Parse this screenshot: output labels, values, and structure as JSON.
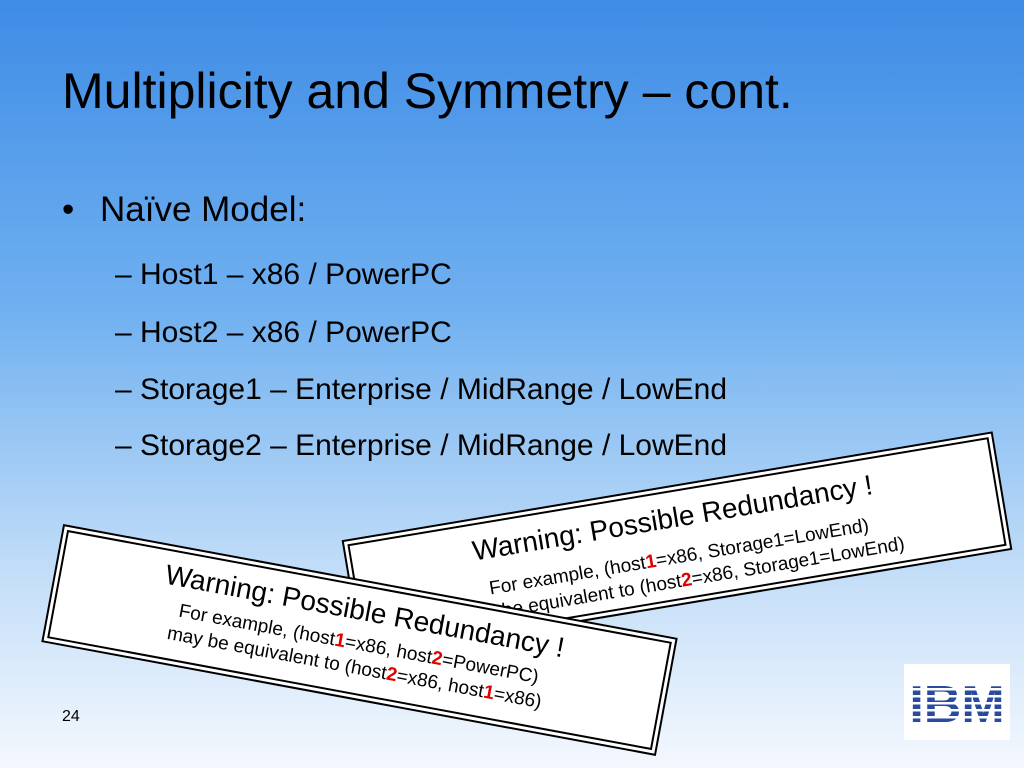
{
  "slide": {
    "title": "Multiplicity and Symmetry – cont.",
    "bullet": "Naïve Model:",
    "bullet_marker": "•",
    "sub_items": [
      "– Host1 – x86 / PowerPC",
      "– Host2 – x86 / PowerPC",
      "– Storage1 – Enterprise / MidRange / LowEnd",
      "– Storage2 – Enterprise / MidRange / LowEnd"
    ],
    "page_number": "24"
  },
  "warning_right": {
    "title": "Warning: Possible Redundancy !",
    "line1_a": "For example, (host",
    "line1_hl": "1",
    "line1_b": "=x86, Storage1=LowEnd)",
    "line2_a": "may be equivalent to (host",
    "line2_hl": "2",
    "line2_b": "=x86, Storage1=LowEnd)"
  },
  "warning_left": {
    "title": "Warning: Possible Redundancy !",
    "line1_a": "For example, (host",
    "line1_hl1": "1",
    "line1_b": "=x86, host",
    "line1_hl2": "2",
    "line1_c": "=PowerPC)",
    "line2_a": "may be equivalent to (host",
    "line2_hl1": "2",
    "line2_b": "=x86, host",
    "line2_hl2": "1",
    "line2_c": "=x86)"
  },
  "logo": {
    "text": "IBM",
    "color": "#2a4aa0"
  },
  "colors": {
    "highlight": "#e00000",
    "background_top": "#3f8ce6",
    "background_bottom": "#f4f8fe"
  }
}
